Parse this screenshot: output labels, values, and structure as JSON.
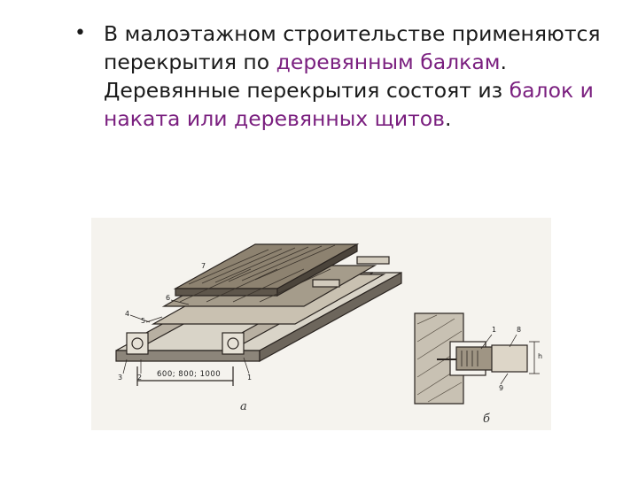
{
  "slide": {
    "bullet_symbol": "•",
    "text_segments": [
      {
        "text": "В малоэтажном строительстве применяются перекрытия по ",
        "highlight": false
      },
      {
        "text": "деревянным балкам",
        "highlight": true
      },
      {
        "text": ". Деревянные перекрытия состоят из ",
        "highlight": false
      },
      {
        "text": "балок и наката или деревянных щитов",
        "highlight": true
      },
      {
        "text": ".",
        "highlight": false
      }
    ],
    "highlight_color": "#7a1f7f"
  },
  "figure": {
    "caption_a": "а",
    "caption_b": "б",
    "dimension_label": "600; 800; 1000",
    "callouts_a": [
      "7",
      "6",
      "5",
      "4",
      "3",
      "2",
      "1"
    ],
    "callouts_b": [
      "1",
      "8",
      "9",
      "h"
    ]
  }
}
